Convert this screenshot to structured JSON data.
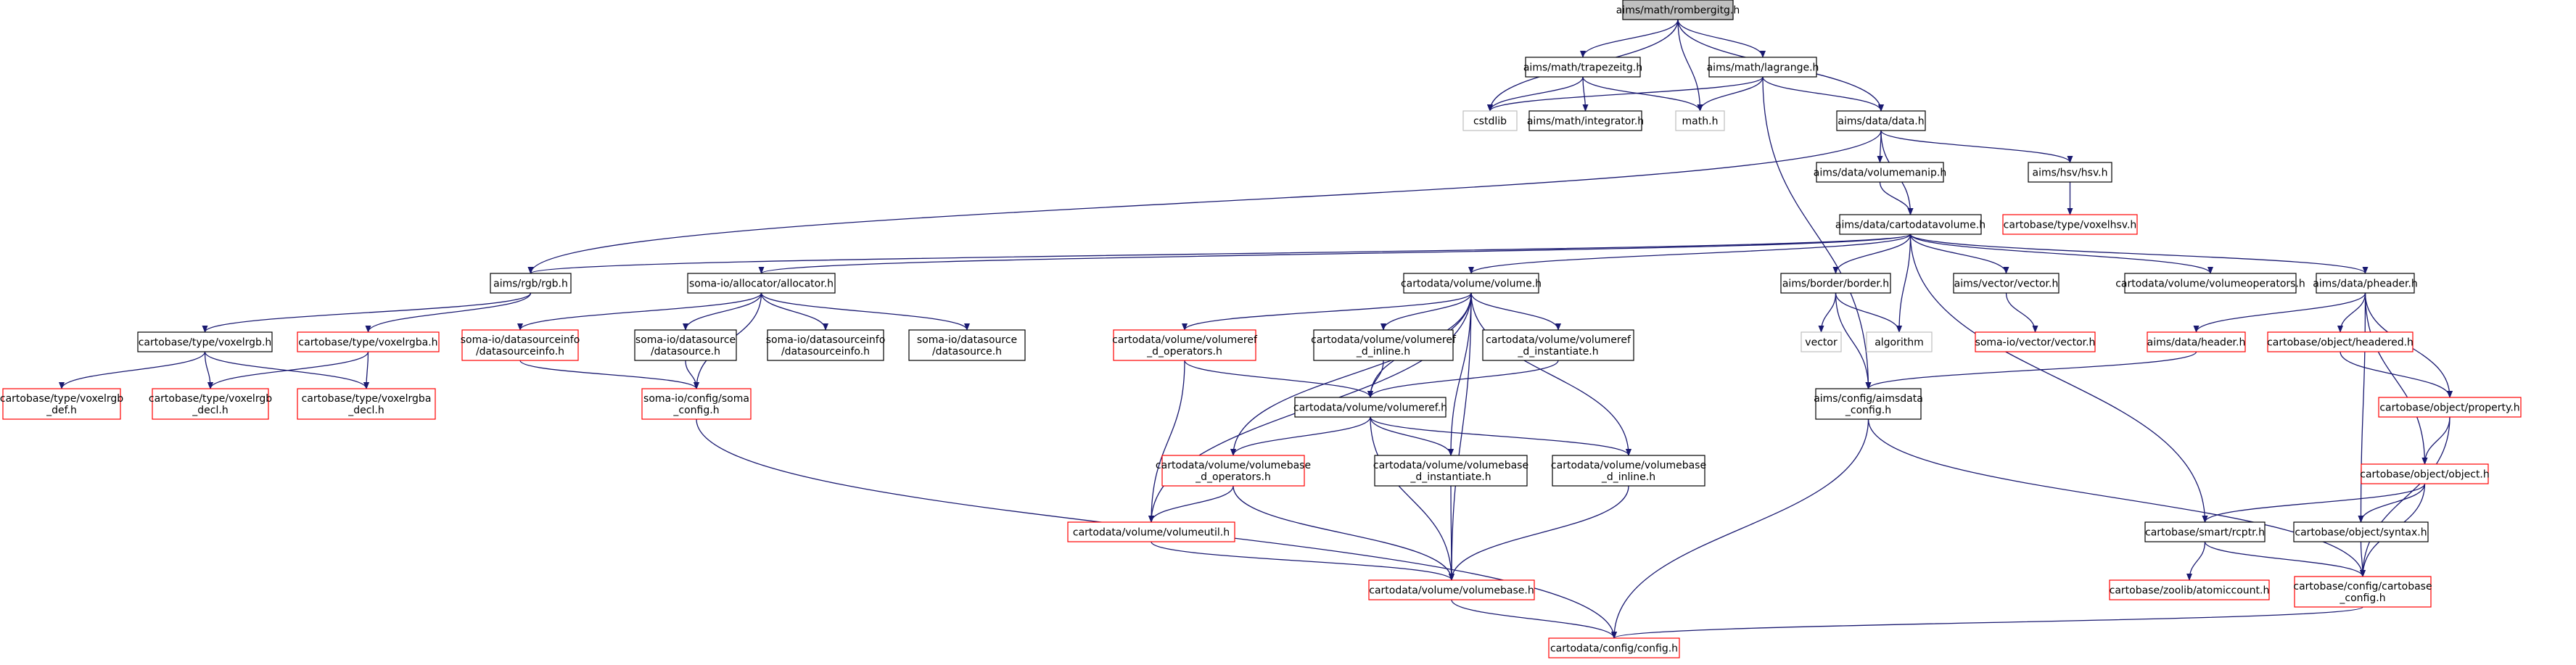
{
  "colors": {
    "edge": "#191970",
    "node_border_black": "#000000",
    "node_border_red": "#ff0000",
    "node_border_gray": "#bfbfbf",
    "root_fill": "#bfbfbf",
    "node_fill": "#ffffff"
  },
  "nodes": [
    {
      "id": "rombergitg",
      "lines": [
        "aims/math/rombergitg.h"
      ],
      "style": "root"
    },
    {
      "id": "trapezeitg",
      "lines": [
        "aims/math/trapezeitg.h"
      ],
      "style": "black"
    },
    {
      "id": "lagrange",
      "lines": [
        "aims/math/lagrange.h"
      ],
      "style": "black"
    },
    {
      "id": "cstdlib",
      "lines": [
        "cstdlib"
      ],
      "style": "gray"
    },
    {
      "id": "integrator",
      "lines": [
        "aims/math/integrator.h"
      ],
      "style": "black"
    },
    {
      "id": "math",
      "lines": [
        "math.h"
      ],
      "style": "gray"
    },
    {
      "id": "data",
      "lines": [
        "aims/data/data.h"
      ],
      "style": "black"
    },
    {
      "id": "volumemanip",
      "lines": [
        "aims/data/volumemanip.h"
      ],
      "style": "black"
    },
    {
      "id": "hsv",
      "lines": [
        "aims/hsv/hsv.h"
      ],
      "style": "black"
    },
    {
      "id": "voxelhsv",
      "lines": [
        "cartobase/type/voxelhsv.h"
      ],
      "style": "red"
    },
    {
      "id": "cartodatavolume",
      "lines": [
        "aims/data/cartodatavolume.h"
      ],
      "style": "black"
    },
    {
      "id": "rgb",
      "lines": [
        "aims/rgb/rgb.h"
      ],
      "style": "black"
    },
    {
      "id": "allocator",
      "lines": [
        "soma-io/allocator/allocator.h"
      ],
      "style": "black"
    },
    {
      "id": "volume",
      "lines": [
        "cartodata/volume/volume.h"
      ],
      "style": "black"
    },
    {
      "id": "border",
      "lines": [
        "aims/border/border.h"
      ],
      "style": "black"
    },
    {
      "id": "vectorh",
      "lines": [
        "aims/vector/vector.h"
      ],
      "style": "black"
    },
    {
      "id": "volumeoperators",
      "lines": [
        "cartodata/volume/volumeoperators.h"
      ],
      "style": "black"
    },
    {
      "id": "pheader",
      "lines": [
        "aims/data/pheader.h"
      ],
      "style": "black"
    },
    {
      "id": "voxelrgb",
      "lines": [
        "cartobase/type/voxelrgb.h"
      ],
      "style": "black"
    },
    {
      "id": "voxelrgba",
      "lines": [
        "cartobase/type/voxelrgba.h"
      ],
      "style": "red"
    },
    {
      "id": "voxelrgb_def",
      "lines": [
        "cartobase/type/voxelrgb",
        "_def.h"
      ],
      "style": "red"
    },
    {
      "id": "voxelrgb_decl",
      "lines": [
        "cartobase/type/voxelrgb",
        "_decl.h"
      ],
      "style": "red"
    },
    {
      "id": "voxelrgba_decl",
      "lines": [
        "cartobase/type/voxelrgba",
        "_decl.h"
      ],
      "style": "red"
    },
    {
      "id": "dsi_dsi",
      "lines": [
        "soma-io/datasourceinfo",
        "/datasourceinfo.h"
      ],
      "style": "red"
    },
    {
      "id": "ds_ds",
      "lines": [
        "soma-io/datasource",
        "/datasource.h"
      ],
      "style": "black"
    },
    {
      "id": "dsi_dsi2",
      "lines": [
        "soma-io/datasourceinfo",
        "/datasourceinfo.h"
      ],
      "style": "black"
    },
    {
      "id": "ds_ds2",
      "lines": [
        "soma-io/datasource",
        "/datasource.h"
      ],
      "style": "black"
    },
    {
      "id": "soma_config",
      "lines": [
        "soma-io/config/soma",
        "_config.h"
      ],
      "style": "red"
    },
    {
      "id": "volumeref_ops",
      "lines": [
        "cartodata/volume/volumeref",
        "_d_operators.h"
      ],
      "style": "red"
    },
    {
      "id": "volumeref_inline",
      "lines": [
        "cartodata/volume/volumeref",
        "_d_inline.h"
      ],
      "style": "black"
    },
    {
      "id": "volumeref_inst",
      "lines": [
        "cartodata/volume/volumeref",
        "_d_instantiate.h"
      ],
      "style": "black"
    },
    {
      "id": "volumeref",
      "lines": [
        "cartodata/volume/volumeref.h"
      ],
      "style": "black"
    },
    {
      "id": "volumebase_ops",
      "lines": [
        "cartodata/volume/volumebase",
        "_d_operators.h"
      ],
      "style": "red"
    },
    {
      "id": "volumebase_inst",
      "lines": [
        "cartodata/volume/volumebase",
        "_d_instantiate.h"
      ],
      "style": "black"
    },
    {
      "id": "volumebase_inline",
      "lines": [
        "cartodata/volume/volumebase",
        "_d_inline.h"
      ],
      "style": "black"
    },
    {
      "id": "volumeutil",
      "lines": [
        "cartodata/volume/volumeutil.h"
      ],
      "style": "red"
    },
    {
      "id": "volumebase",
      "lines": [
        "cartodata/volume/volumebase.h"
      ],
      "style": "red"
    },
    {
      "id": "config",
      "lines": [
        "cartodata/config/config.h"
      ],
      "style": "red"
    },
    {
      "id": "vector",
      "lines": [
        "vector"
      ],
      "style": "gray"
    },
    {
      "id": "algorithm",
      "lines": [
        "algorithm"
      ],
      "style": "gray"
    },
    {
      "id": "somavector",
      "lines": [
        "soma-io/vector/vector.h"
      ],
      "style": "red"
    },
    {
      "id": "aimsdata_config",
      "lines": [
        "aims/config/aimsdata",
        "_config.h"
      ],
      "style": "black"
    },
    {
      "id": "header",
      "lines": [
        "aims/data/header.h"
      ],
      "style": "red"
    },
    {
      "id": "headered",
      "lines": [
        "cartobase/object/headered.h"
      ],
      "style": "red"
    },
    {
      "id": "property",
      "lines": [
        "cartobase/object/property.h"
      ],
      "style": "red"
    },
    {
      "id": "object",
      "lines": [
        "cartobase/object/object.h"
      ],
      "style": "red"
    },
    {
      "id": "rcptr",
      "lines": [
        "cartobase/smart/rcptr.h"
      ],
      "style": "black"
    },
    {
      "id": "syntax",
      "lines": [
        "cartobase/object/syntax.h"
      ],
      "style": "black"
    },
    {
      "id": "atomiccount",
      "lines": [
        "cartobase/zoolib/atomiccount.h"
      ],
      "style": "red"
    },
    {
      "id": "cartobase_config",
      "lines": [
        "cartobase/config/cartobase",
        "_config.h"
      ],
      "style": "red"
    }
  ],
  "edges": [
    [
      "rombergitg",
      "trapezeitg"
    ],
    [
      "rombergitg",
      "lagrange"
    ],
    [
      "rombergitg",
      "cstdlib"
    ],
    [
      "rombergitg",
      "math"
    ],
    [
      "rombergitg",
      "data"
    ],
    [
      "trapezeitg",
      "cstdlib"
    ],
    [
      "trapezeitg",
      "integrator"
    ],
    [
      "trapezeitg",
      "math"
    ],
    [
      "lagrange",
      "cstdlib"
    ],
    [
      "lagrange",
      "math"
    ],
    [
      "lagrange",
      "data"
    ],
    [
      "lagrange",
      "aimsdata_config"
    ],
    [
      "data",
      "volumemanip"
    ],
    [
      "data",
      "hsv"
    ],
    [
      "data",
      "cartodatavolume"
    ],
    [
      "data",
      "rgb"
    ],
    [
      "hsv",
      "voxelhsv"
    ],
    [
      "volumemanip",
      "cartodatavolume"
    ],
    [
      "cartodatavolume",
      "rgb"
    ],
    [
      "cartodatavolume",
      "allocator"
    ],
    [
      "cartodatavolume",
      "volume"
    ],
    [
      "cartodatavolume",
      "border"
    ],
    [
      "cartodatavolume",
      "algorithm"
    ],
    [
      "cartodatavolume",
      "vectorh"
    ],
    [
      "cartodatavolume",
      "volumeoperators"
    ],
    [
      "cartodatavolume",
      "pheader"
    ],
    [
      "cartodatavolume",
      "rcptr"
    ],
    [
      "rgb",
      "voxelrgb"
    ],
    [
      "rgb",
      "voxelrgba"
    ],
    [
      "voxelrgb",
      "voxelrgb_def"
    ],
    [
      "voxelrgb",
      "voxelrgb_decl"
    ],
    [
      "voxelrgb",
      "voxelrgba_decl"
    ],
    [
      "voxelrgba",
      "voxelrgb_decl"
    ],
    [
      "voxelrgba",
      "voxelrgba_decl"
    ],
    [
      "allocator",
      "dsi_dsi"
    ],
    [
      "allocator",
      "ds_ds"
    ],
    [
      "allocator",
      "dsi_dsi2"
    ],
    [
      "allocator",
      "ds_ds2"
    ],
    [
      "allocator",
      "soma_config"
    ],
    [
      "dsi_dsi",
      "soma_config"
    ],
    [
      "ds_ds",
      "soma_config"
    ],
    [
      "soma_config",
      "config"
    ],
    [
      "volume",
      "volumeref_ops"
    ],
    [
      "volume",
      "volumeref_inline"
    ],
    [
      "volume",
      "volumeref_inst"
    ],
    [
      "volume",
      "volumeref"
    ],
    [
      "volume",
      "volumebase_ops"
    ],
    [
      "volume",
      "volumebase_inst"
    ],
    [
      "volume",
      "volumebase_inline"
    ],
    [
      "volume",
      "volumeutil"
    ],
    [
      "volume",
      "volumebase"
    ],
    [
      "volumeref_ops",
      "volumeref"
    ],
    [
      "volumeref_ops",
      "volumeutil"
    ],
    [
      "volumeref_inline",
      "volumeref"
    ],
    [
      "volumeref_inst",
      "volumeref"
    ],
    [
      "volumeref",
      "volumebase_ops"
    ],
    [
      "volumeref",
      "volumebase_inst"
    ],
    [
      "volumeref",
      "volumebase_inline"
    ],
    [
      "volumeref",
      "volumebase"
    ],
    [
      "volumebase_ops",
      "volumeutil"
    ],
    [
      "volumebase_ops",
      "volumebase"
    ],
    [
      "volumeutil",
      "volumebase"
    ],
    [
      "volumebase_inst",
      "volumebase"
    ],
    [
      "volumebase_inline",
      "volumebase"
    ],
    [
      "volumebase",
      "config"
    ],
    [
      "border",
      "vector"
    ],
    [
      "border",
      "algorithm"
    ],
    [
      "border",
      "aimsdata_config"
    ],
    [
      "vectorh",
      "somavector"
    ],
    [
      "aimsdata_config",
      "config"
    ],
    [
      "aimsdata_config",
      "cartobase_config"
    ],
    [
      "pheader",
      "header"
    ],
    [
      "pheader",
      "headered"
    ],
    [
      "pheader",
      "property"
    ],
    [
      "pheader",
      "object"
    ],
    [
      "pheader",
      "syntax"
    ],
    [
      "header",
      "aimsdata_config"
    ],
    [
      "headered",
      "property"
    ],
    [
      "property",
      "object"
    ],
    [
      "property",
      "cartobase_config"
    ],
    [
      "object",
      "rcptr"
    ],
    [
      "object",
      "syntax"
    ],
    [
      "object",
      "cartobase_config"
    ],
    [
      "rcptr",
      "atomiccount"
    ],
    [
      "rcptr",
      "cartobase_config"
    ],
    [
      "syntax",
      "cartobase_config"
    ],
    [
      "cartobase_config",
      "config"
    ]
  ]
}
